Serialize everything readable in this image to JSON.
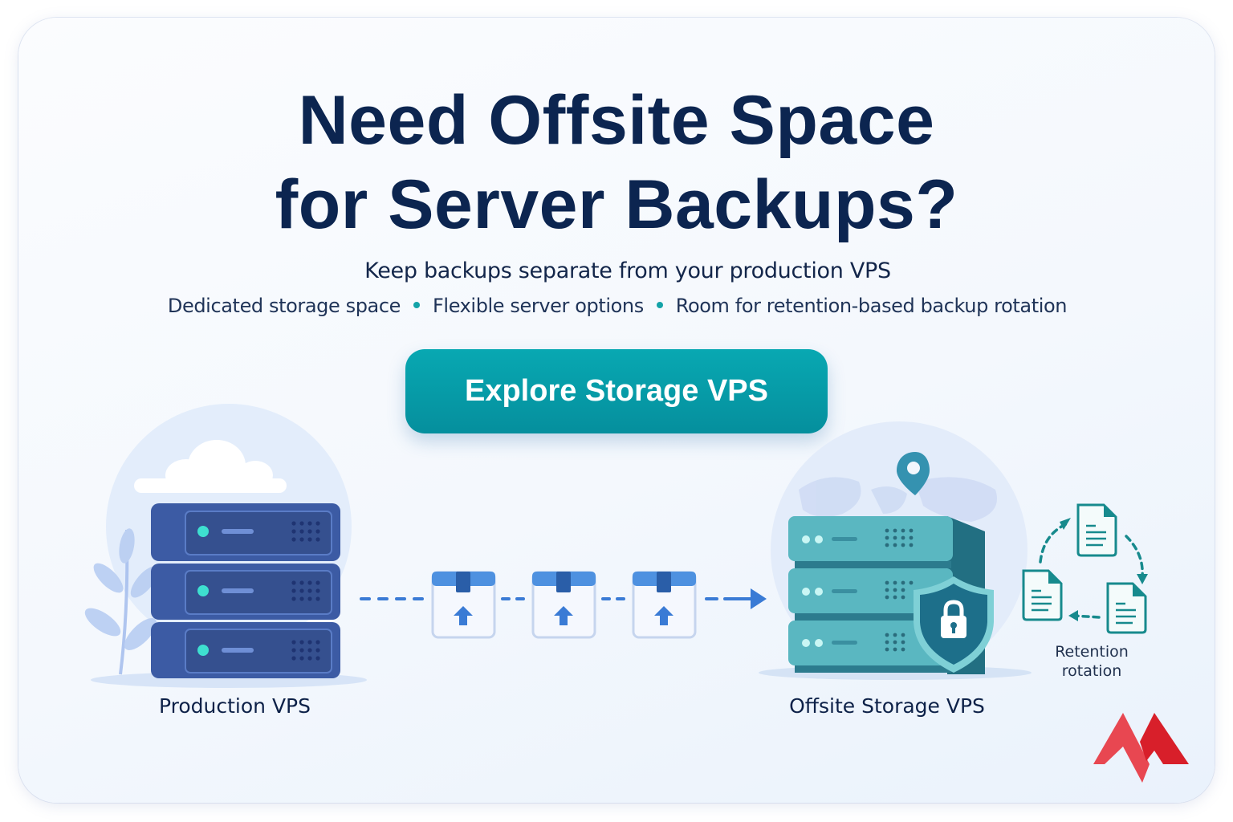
{
  "headline": {
    "line1": "Need Offsite Space",
    "line2": "for Server Backups?"
  },
  "subtitle": "Keep backups separate from your production VPS",
  "features": [
    "Dedicated storage space",
    "Flexible server options",
    "Room for retention-based backup rotation"
  ],
  "cta": {
    "label": "Explore Storage VPS"
  },
  "diagram": {
    "source_label": "Production VPS",
    "destination_label": "Offsite Storage VPS",
    "backup_packages": 3,
    "rotation_label_line1": "Retention",
    "rotation_label_line2": "rotation"
  },
  "colors": {
    "headline": "#0c2550",
    "accent_teal": "#0a9ea8",
    "production_server": "#3f5fa8",
    "storage_server": "#4aa7b3",
    "transfer_blue": "#3a7bd5",
    "logo_red": "#e2333b"
  },
  "icons": [
    "cloud-icon",
    "leaf-icon",
    "server-stack-icon",
    "backup-package-icon",
    "arrow-right-icon",
    "map-pin-icon",
    "world-map-icon",
    "shield-lock-icon",
    "document-icon",
    "cycle-arrows-icon",
    "brand-logo-icon"
  ]
}
